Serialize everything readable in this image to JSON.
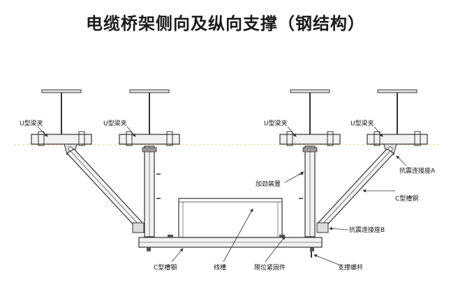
{
  "title": "电缆桥架侧向及纵向支撑（钢结构）",
  "labels": {
    "u_clamp_1": "U型梁夹",
    "u_clamp_2": "U型梁夹",
    "u_clamp_3": "U型梁夹",
    "u_clamp_4": "U型梁夹",
    "seismic_seat_a": "抗震连接座A",
    "stiffener": "加劲装置",
    "c_channel_right": "C型槽钢",
    "seismic_seat_b": "抗震连接座B",
    "c_channel_bottom": "C型槽钢",
    "cable_tray": "线槽",
    "limit_fastener": "限位紧固件",
    "support_rod": "支撑螺杆"
  },
  "colors": {
    "line": "#333333",
    "fill": "#f2f2f2"
  }
}
